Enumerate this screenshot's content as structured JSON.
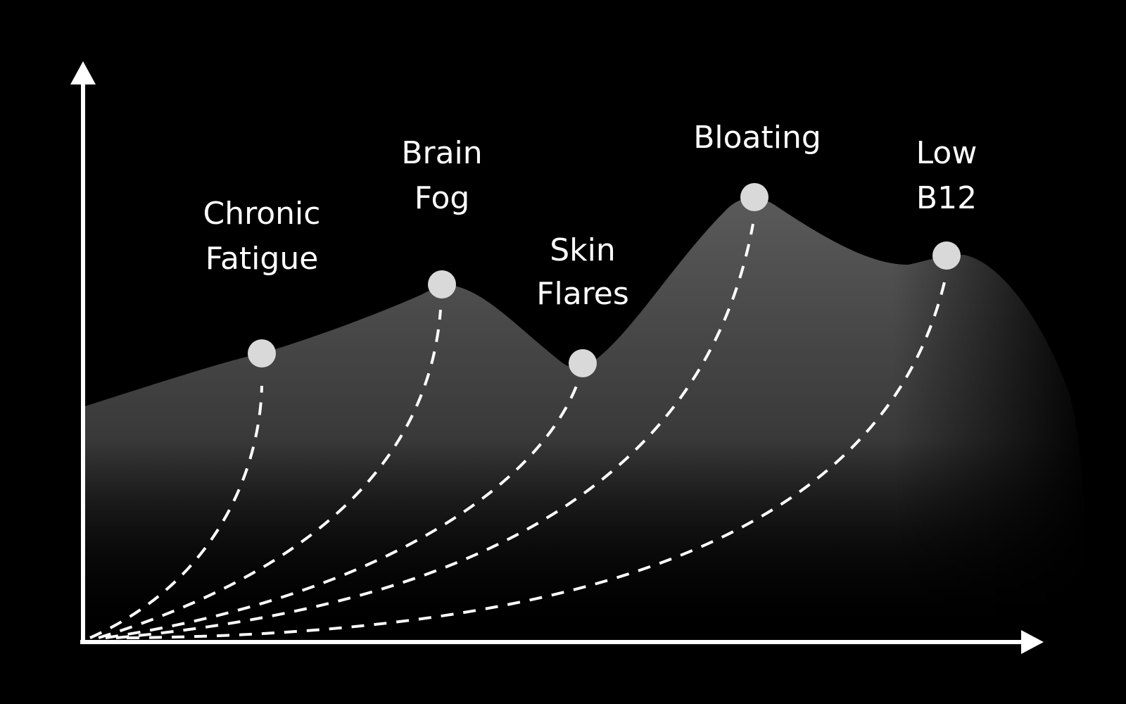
{
  "diagram": {
    "background_color": "#000000",
    "axis_color": "#ffffff",
    "area_color": "#5a5a5a",
    "marker_color": "#d9d9d9",
    "connector_style": "dashed white curves from the origin to each marker"
  },
  "peaks": [
    {
      "id": "chronic-fatigue",
      "lines": [
        "Chronic",
        "Fatigue"
      ]
    },
    {
      "id": "brain-fog",
      "lines": [
        "Brain",
        "Fog"
      ]
    },
    {
      "id": "skin-flares",
      "lines": [
        "Skin",
        "Flares"
      ]
    },
    {
      "id": "bloating",
      "lines": [
        "Bloating"
      ]
    },
    {
      "id": "low-b12",
      "lines": [
        "Low",
        "B12"
      ]
    }
  ]
}
